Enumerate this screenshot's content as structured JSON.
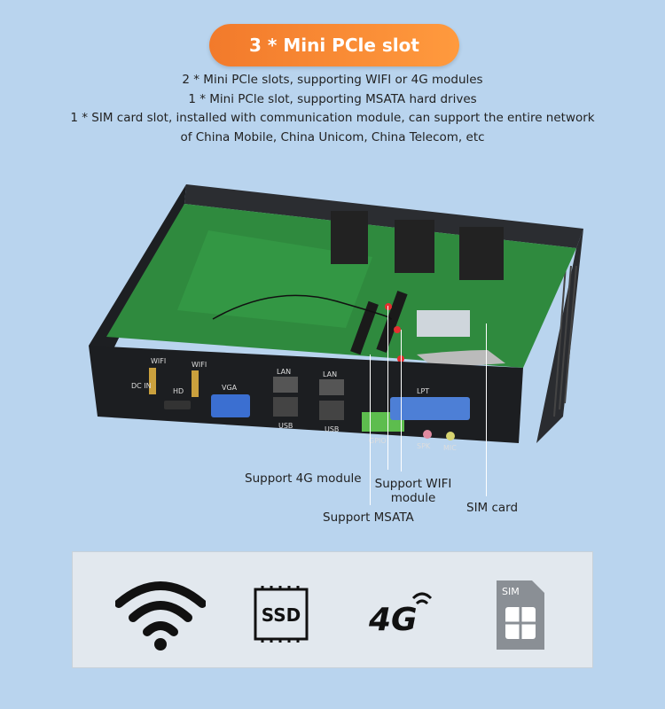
{
  "header": {
    "title": "3 * Mini PCle slot"
  },
  "description": {
    "lines": [
      "2 * Mini PCle slots, supporting WIFI or 4G modules",
      "1 * Mini PCle slot, supporting MSATA hard drives",
      "1 * SIM card slot, installed with communication module, can support the entire network",
      "of China Mobile, China Unicom, China Telecom, etc"
    ]
  },
  "photo": {
    "port_labels": {
      "wifi_left": "WIFI",
      "wifi_right": "WIFI",
      "dc_in": "DC IN",
      "hd": "HD",
      "vga": "VGA",
      "lan1": "LAN",
      "lan2": "LAN",
      "usb1": "USB",
      "usb2": "USB",
      "gpio": "GPIO",
      "spk": "SPK",
      "mic": "MIC",
      "lpt": "LPT"
    }
  },
  "callouts": {
    "support_4g": "Support 4G module",
    "support_wifi_line1": "Support WIFI",
    "support_wifi_line2": "module",
    "support_msata": "Support MSATA",
    "sim_card": "SIM card"
  },
  "icons": {
    "wifi": "wifi-icon",
    "ssd": "ssd-icon",
    "ssd_text": "SSD",
    "fourg": "4g-icon",
    "fourg_text": "4G",
    "sim": "sim-card-icon",
    "sim_text": "SIM"
  },
  "colors": {
    "background": "#b9d4ee",
    "accent": "#f27a2b",
    "pcb": "#2f8a3e"
  }
}
